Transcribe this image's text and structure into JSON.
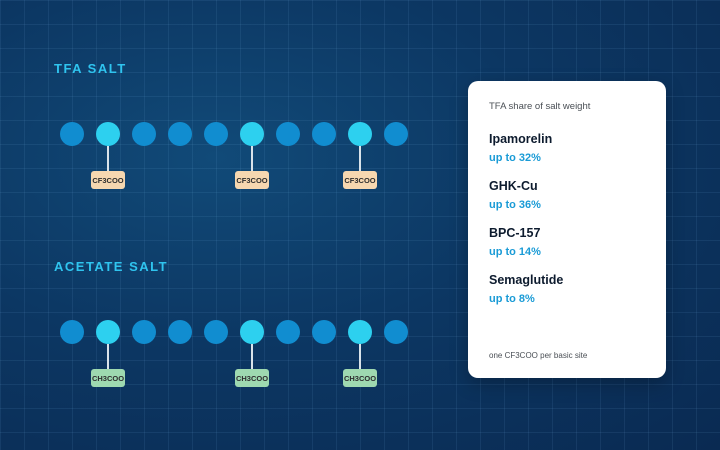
{
  "sections": {
    "tfa": {
      "title": "TFA SALT",
      "counter_ion": "CF3COO"
    },
    "acetate": {
      "title": "ACETATE SALT",
      "counter_ion": "CH3COO"
    }
  },
  "chain": {
    "bead_count": 10,
    "active_beads": [
      2,
      6,
      9
    ]
  },
  "colors": {
    "bead": "#118dd0",
    "bead_active": "#2dd0ef",
    "tfa_tag": "#f6d7b0",
    "acetate_tag": "#9ed9b0",
    "accent": "#1a9bd6",
    "section_title": "#2fc4ef"
  },
  "card": {
    "title": "TFA share of salt weight",
    "items": [
      {
        "name": "Ipamorelin",
        "value": "up to 32%"
      },
      {
        "name": "GHK-Cu",
        "value": "up to 36%"
      },
      {
        "name": "BPC-157",
        "value": "up to 14%"
      },
      {
        "name": "Semaglutide",
        "value": "up to 8%"
      }
    ],
    "footnote": "one CF3COO  per basic site"
  }
}
